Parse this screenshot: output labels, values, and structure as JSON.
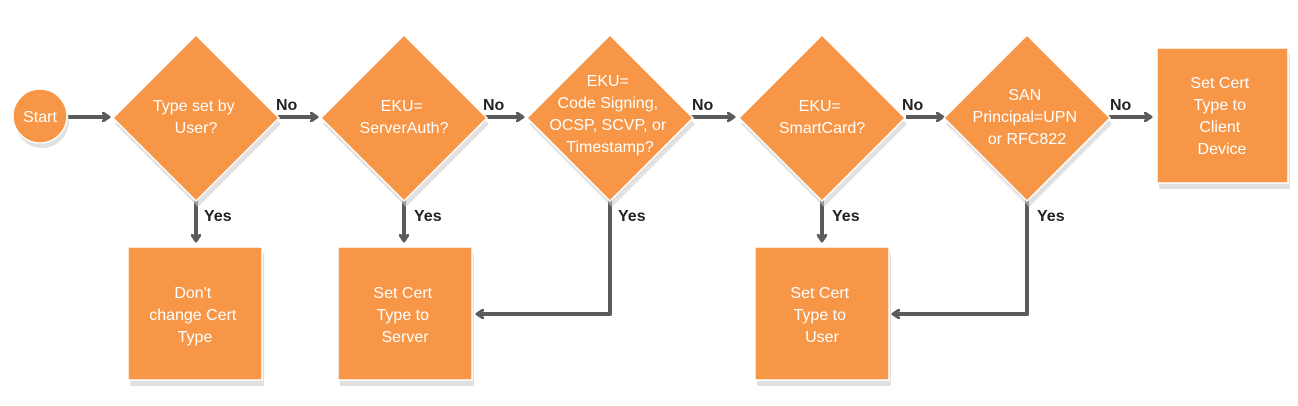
{
  "nodes": {
    "start": {
      "label": "Start"
    },
    "d1": {
      "lines": [
        "Type set by",
        "User?"
      ]
    },
    "d2": {
      "lines": [
        "EKU=",
        "ServerAuth?"
      ]
    },
    "d3": {
      "lines": [
        "EKU=",
        "Code Signing,",
        "OCSP, SCVP, or",
        "Timestamp?"
      ]
    },
    "d4": {
      "lines": [
        "EKU=",
        "SmartCard?"
      ]
    },
    "d5": {
      "lines": [
        "SAN",
        "Principal=UPN",
        "or RFC822"
      ]
    },
    "r_client": {
      "lines": [
        "Set Cert",
        "Type to",
        "Client",
        "Device"
      ]
    },
    "r_dont": {
      "lines": [
        "Don't",
        "change Cert",
        "Type"
      ]
    },
    "r_server": {
      "lines": [
        "Set Cert",
        "Type to",
        "Server"
      ]
    },
    "r_user": {
      "lines": [
        "Set Cert",
        "Type to",
        "User"
      ]
    }
  },
  "edges": {
    "no1": "No",
    "no2": "No",
    "no3": "No",
    "no4": "No",
    "no5": "No",
    "yes1": "Yes",
    "yes2": "Yes",
    "yes3": "Yes",
    "yes4": "Yes",
    "yes5": "Yes"
  },
  "colors": {
    "shape_fill": "#f79646",
    "connector": "#5b5b5b",
    "text": "#ffffff"
  }
}
